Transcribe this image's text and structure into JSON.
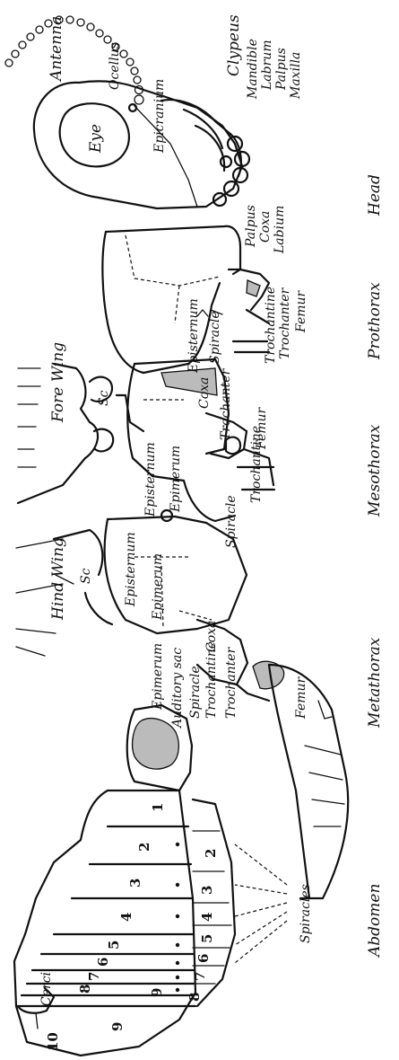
{
  "labels": {
    "antenna": "Antenna",
    "ocellus": "Ocellus",
    "eye": "Eye",
    "epicranium": "Epicranium",
    "clypeus": "Clypeus",
    "mandible": "Mandible",
    "labrum": "Labrum",
    "palpus_upper": "Palpus",
    "maxilla": "Maxilla",
    "palpus_lower": "Palpus",
    "coxa_pro": "Coxa",
    "labium": "Labium",
    "head": "Head",
    "episternum_pro": "Episternum",
    "spiracle_pro": "Spiracle",
    "trochantine_pro": "Trochantine",
    "trochanter_pro": "Trochanter",
    "femur_pro": "Femur",
    "prothorax": "Prothorax",
    "fore_wing": "Fore Wing",
    "episternum_meso": "Episternum",
    "epimerum_meso": "Epimerum",
    "trochantine_meso": "Trochantine",
    "coxa_meso": "Coxa",
    "trochanter_meso": "Trochanter",
    "femur_meso": "Femur",
    "spiracle_meso": "Spiracle",
    "mesothorax": "Mesothorax",
    "hind_wing": "Hind Wing",
    "episternum_meta": "Episternum",
    "epimerum_meta": "Epimerum",
    "coxa_meta": "Coxa",
    "trochantine_meta": "Trochantine",
    "trochanter_meta": "Trochanter",
    "femur_meta": "Femur",
    "metathorax": "Metathorax",
    "auditory_sac": "Auditory sac",
    "spiracle_meta": "Spiracle",
    "spiracles": "Spiracles",
    "cerci": "Cerci",
    "abdomen": "Abdomen"
  },
  "tergite_numbers": [
    "1",
    "2",
    "3",
    "4",
    "5",
    "6",
    "7",
    "8",
    "9",
    "10"
  ],
  "sternite_numbers": [
    "2",
    "3",
    "4",
    "5",
    "6",
    "7",
    "8",
    "9"
  ],
  "wing_mark_fore": "Sc",
  "wing_mark_hind": "Sc"
}
